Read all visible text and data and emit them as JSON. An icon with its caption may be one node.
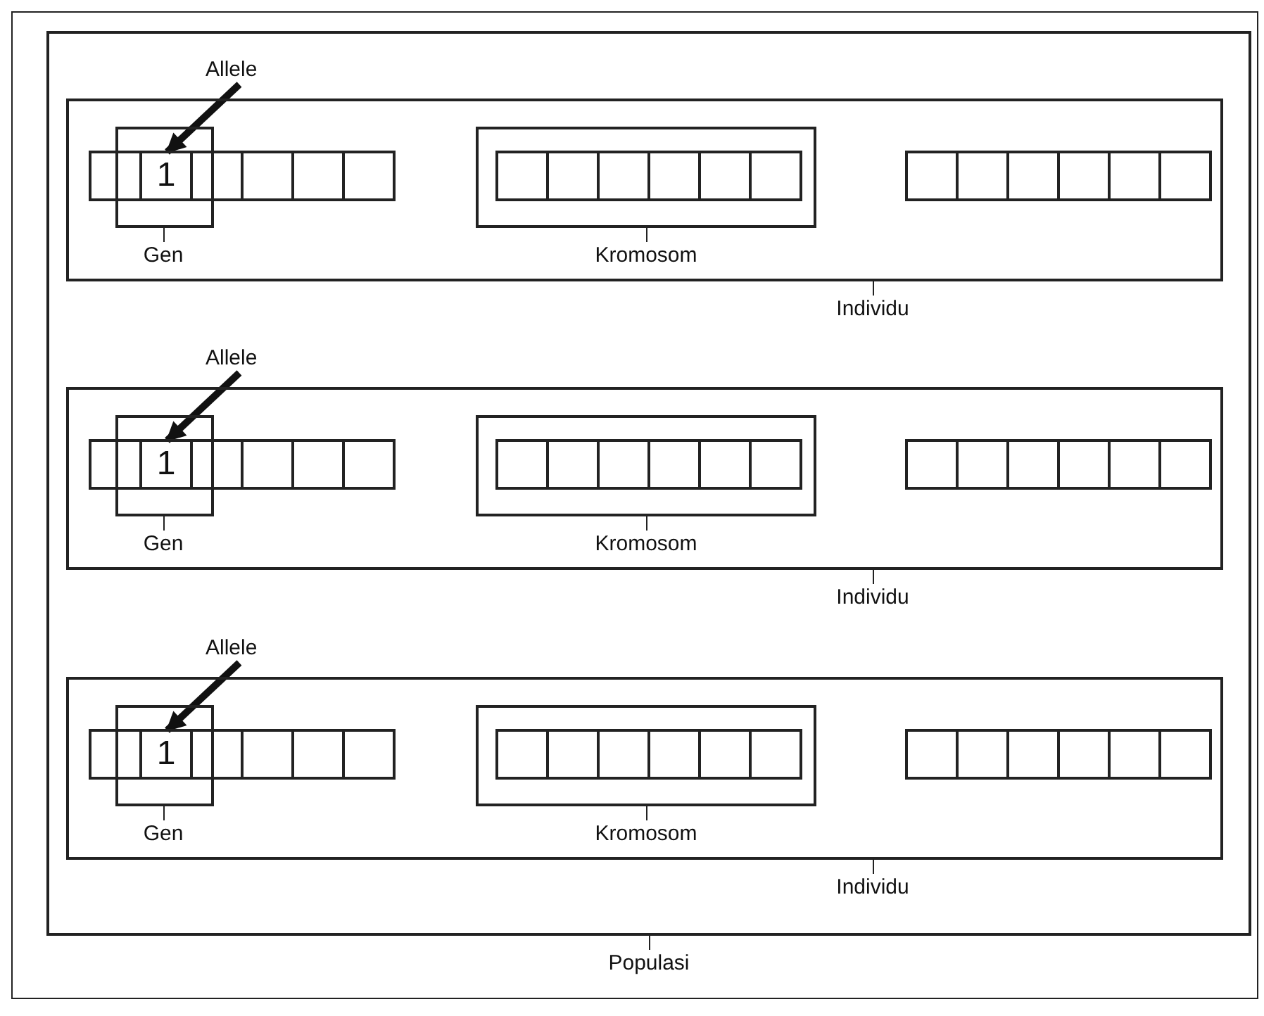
{
  "diagram": {
    "nodes": [
      {
        "text": [
          "Populasi"
        ]
      },
      {
        "text": [
          "Individu"
        ],
        "in": 0
      },
      {
        "text": [
          "Allele"
        ],
        "in": 0
      },
      {
        "text": [
          "Gen"
        ],
        "in": 1
      },
      {
        "text": [],
        "shape": "box",
        "in": 1
      },
      {
        "text": [
          "1"
        ],
        "in": 3
      },
      {
        "text": [],
        "shape": "box",
        "in": 1
      },
      {
        "text": [],
        "shape": "box",
        "in": 1
      },
      {
        "text": [],
        "shape": "box",
        "in": 1
      },
      {
        "text": [],
        "shape": "box",
        "in": 1
      },
      {
        "text": [
          "Kromosom"
        ],
        "in": 1
      },
      {
        "text": [],
        "shape": "box",
        "in": 10
      },
      {
        "text": [],
        "shape": "box",
        "in": 10
      },
      {
        "text": [],
        "shape": "box",
        "in": 10
      },
      {
        "text": [],
        "shape": "box",
        "in": 10
      },
      {
        "text": [],
        "shape": "box",
        "in": 10
      },
      {
        "text": [],
        "shape": "box",
        "in": 10
      },
      {
        "text": [],
        "shape": "box",
        "in": 1
      },
      {
        "text": [],
        "shape": "box",
        "in": 1
      },
      {
        "text": [],
        "shape": "box",
        "in": 1
      },
      {
        "text": [],
        "shape": "box",
        "in": 1
      },
      {
        "text": [],
        "shape": "box",
        "in": 1
      },
      {
        "text": [],
        "shape": "box",
        "in": 1
      },
      {
        "text": [
          "Individu"
        ],
        "in": 0
      },
      {
        "text": [
          "Allele"
        ],
        "in": 0
      },
      {
        "text": [
          "Gen"
        ],
        "in": 23
      },
      {
        "text": [],
        "shape": "box",
        "in": 23
      },
      {
        "text": [
          "1"
        ],
        "in": 25
      },
      {
        "text": [],
        "shape": "box",
        "in": 23
      },
      {
        "text": [],
        "shape": "box",
        "in": 23
      },
      {
        "text": [],
        "shape": "box",
        "in": 23
      },
      {
        "text": [],
        "shape": "box",
        "in": 23
      },
      {
        "text": [
          "Kromosom"
        ],
        "in": 23
      },
      {
        "text": [],
        "shape": "box",
        "in": 32
      },
      {
        "text": [],
        "shape": "box",
        "in": 32
      },
      {
        "text": [],
        "shape": "box",
        "in": 32
      },
      {
        "text": [],
        "shape": "box",
        "in": 32
      },
      {
        "text": [],
        "shape": "box",
        "in": 32
      },
      {
        "text": [],
        "shape": "box",
        "in": 32
      },
      {
        "text": [],
        "shape": "box",
        "in": 23
      },
      {
        "text": [],
        "shape": "box",
        "in": 23
      },
      {
        "text": [],
        "shape": "box",
        "in": 23
      },
      {
        "text": [],
        "shape": "box",
        "in": 23
      },
      {
        "text": [],
        "shape": "box",
        "in": 23
      },
      {
        "text": [],
        "shape": "box",
        "in": 23
      },
      {
        "text": [
          "Individu"
        ],
        "in": 0
      },
      {
        "text": [
          "Allele"
        ],
        "in": 0
      },
      {
        "text": [
          "Gen"
        ],
        "in": 45
      },
      {
        "text": [],
        "shape": "box",
        "in": 45
      },
      {
        "text": [
          "1"
        ],
        "in": 47
      },
      {
        "text": [],
        "shape": "box",
        "in": 45
      },
      {
        "text": [],
        "shape": "box",
        "in": 45
      },
      {
        "text": [],
        "shape": "box",
        "in": 45
      },
      {
        "text": [],
        "shape": "box",
        "in": 45
      },
      {
        "text": [
          "Kromosom"
        ],
        "in": 45
      },
      {
        "text": [],
        "shape": "box",
        "in": 54
      },
      {
        "text": [],
        "shape": "box",
        "in": 54
      },
      {
        "text": [],
        "shape": "box",
        "in": 54
      },
      {
        "text": [],
        "shape": "box",
        "in": 54
      },
      {
        "text": [],
        "shape": "box",
        "in": 54
      },
      {
        "text": [],
        "shape": "box",
        "in": 54
      },
      {
        "text": [],
        "shape": "box",
        "in": 45
      },
      {
        "text": [],
        "shape": "box",
        "in": 45
      },
      {
        "text": [],
        "shape": "box",
        "in": 45
      },
      {
        "text": [],
        "shape": "box",
        "in": 45
      },
      {
        "text": [],
        "shape": "box",
        "in": 45
      },
      {
        "text": [],
        "shape": "box",
        "in": 45
      }
    ],
    "edges": [
      {
        "from": 2,
        "to": 5,
        "arrow": "to"
      },
      {
        "from": 24,
        "to": 27,
        "arrow": "to"
      },
      {
        "from": 46,
        "to": 49,
        "arrow": "to"
      }
    ]
  }
}
